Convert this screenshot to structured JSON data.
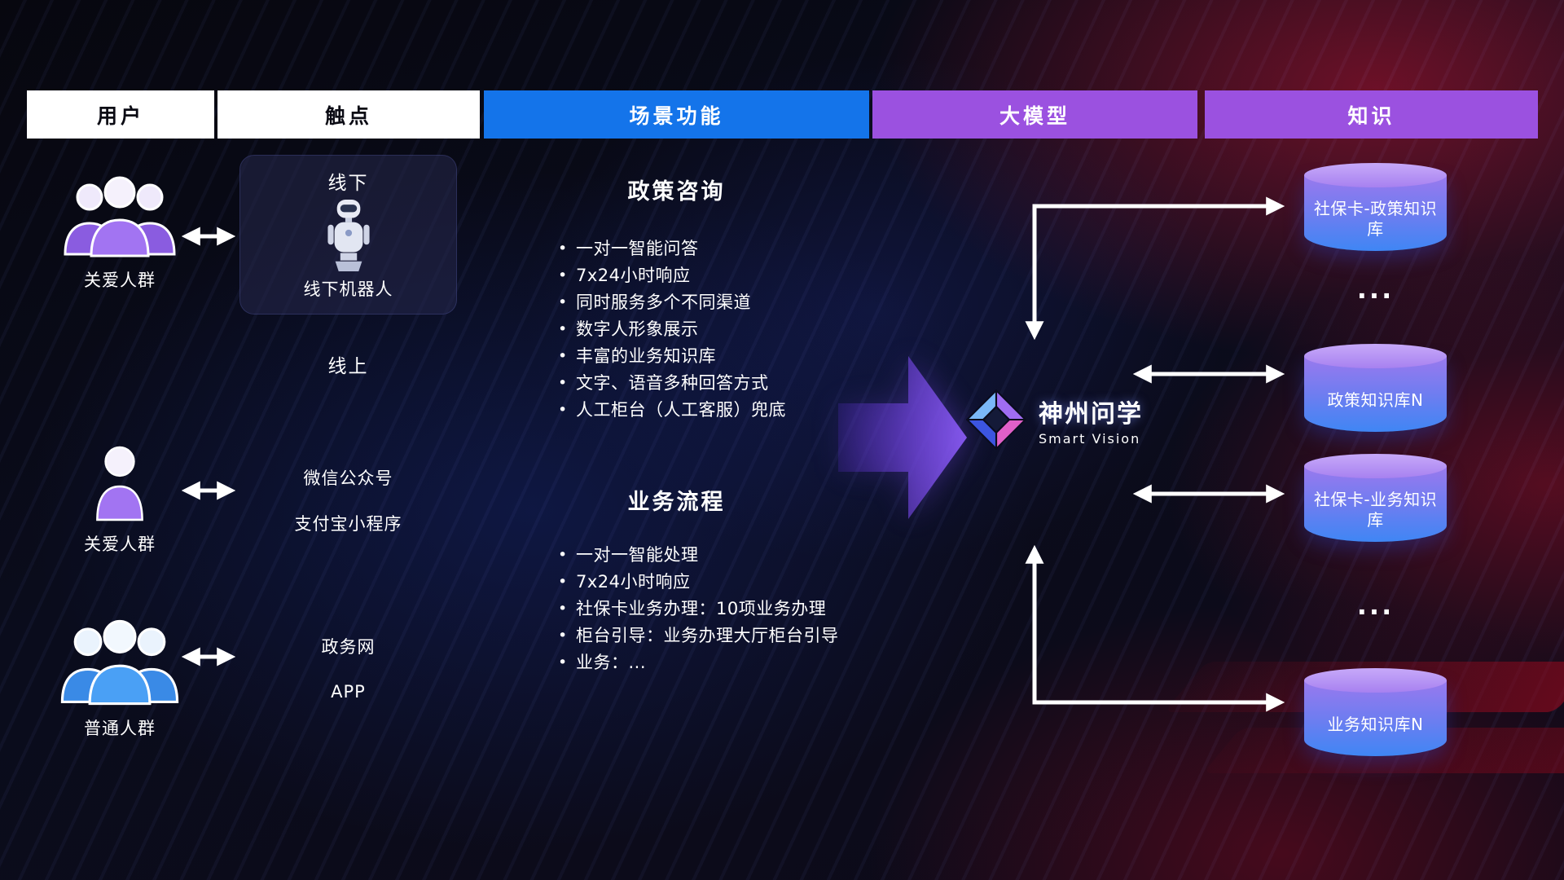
{
  "colors": {
    "background": "#07080f",
    "header_white_bg": "#ffffff",
    "header_blue_bg": "#1474ea",
    "header_purple_bg": "#9b51e0",
    "user_purple": "#9d6cf0",
    "user_blue": "#4aa0f5",
    "db_top_purple": "#a781f0",
    "db_bottom_blue": "#3f86f4",
    "connector_white": "#ffffff",
    "flow_arrow_purple": "#8b5cf6",
    "red_glow": "#c01634"
  },
  "header": {
    "columns": [
      {
        "label": "用户"
      },
      {
        "label": "触点"
      },
      {
        "label": "场景功能"
      },
      {
        "label": "大模型"
      },
      {
        "label": "知识"
      }
    ]
  },
  "users": [
    {
      "label": "关爱人群",
      "icon": "user-group-purple-icon"
    },
    {
      "label": "关爱人群",
      "icon": "user-single-purple-icon"
    },
    {
      "label": "普通人群",
      "icon": "user-group-blue-icon"
    }
  ],
  "touchpoints": {
    "offline": {
      "title": "线下",
      "icon": "robot-icon",
      "caption": "线下机器人"
    },
    "online_title": "线上",
    "items": [
      "微信公众号",
      "支付宝小程序",
      "政务网",
      "APP"
    ]
  },
  "scenarios": [
    {
      "title": "政策咨询",
      "items": [
        "一对一智能问答",
        "7x24小时响应",
        "同时服务多个不同渠道",
        "数字人形象展示",
        "丰富的业务知识库",
        "文字、语音多种回答方式",
        "人工柜台（人工客服）兜底"
      ]
    },
    {
      "title": "业务流程",
      "items": [
        "一对一智能处理",
        "7x24小时响应",
        "社保卡业务办理：10项业务办理",
        "柜台引导：业务办理大厅柜台引导",
        "业务：..."
      ]
    }
  ],
  "model": {
    "name": "神州问学",
    "subtitle": "Smart Vision",
    "icon": "gem-logo-icon"
  },
  "knowledge": {
    "databases": [
      {
        "label": "社保卡-政策知识库"
      },
      {
        "label": "政策知识库N"
      },
      {
        "label": "社保卡-业务知识库"
      },
      {
        "label": "业务知识库N"
      }
    ],
    "ellipsis": "..."
  }
}
